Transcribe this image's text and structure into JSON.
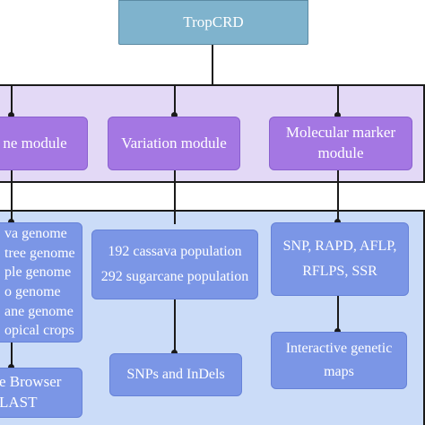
{
  "root": "TropCRD",
  "modules": {
    "genome": "ne module",
    "variation": "Variation module",
    "marker": [
      "Molecular marker",
      "module"
    ]
  },
  "genome_list": [
    "va genome",
    "tree genome",
    "ple genome",
    "o genome",
    "ane genome",
    "opical crops"
  ],
  "genome_tools": [
    "e Browser",
    "LAST"
  ],
  "populations": [
    "192 cassava population",
    "292 sugarcane population"
  ],
  "snps": "SNPs and InDels",
  "markers": [
    "SNP, RAPD, AFLP,",
    "RFLPS, SSR"
  ],
  "maps": [
    "Interactive genetic",
    "maps"
  ]
}
